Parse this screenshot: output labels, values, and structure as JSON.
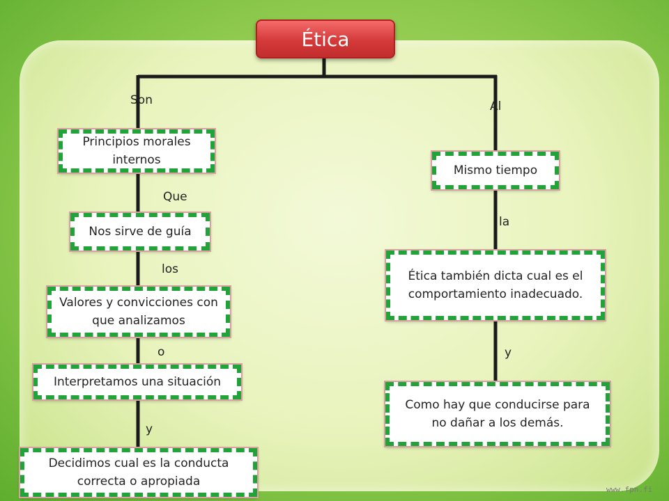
{
  "title": "Ética",
  "connectors": {
    "son": "Son",
    "al": "Al",
    "que": "Que",
    "los": "los",
    "o": "o",
    "y_left": "y",
    "la": "la",
    "y_right": "y"
  },
  "left_nodes": [
    "Principios morales internos",
    "Nos sirve de guía",
    "Valores y convicciones con que analizamos",
    "Interpretamos una situación",
    "Decidimos cual es la conducta correcta o apropiada"
  ],
  "right_nodes": [
    "Mismo tiempo",
    "Ética también dicta cual es el comportamiento inadecuado.",
    "Como hay que conducirse para no dañar a los demás."
  ],
  "watermark": "www.fpn.fi",
  "colors": {
    "title_red": "#d43a3a",
    "dash_green": "#22a33a",
    "background_green": "#8fca4e"
  }
}
